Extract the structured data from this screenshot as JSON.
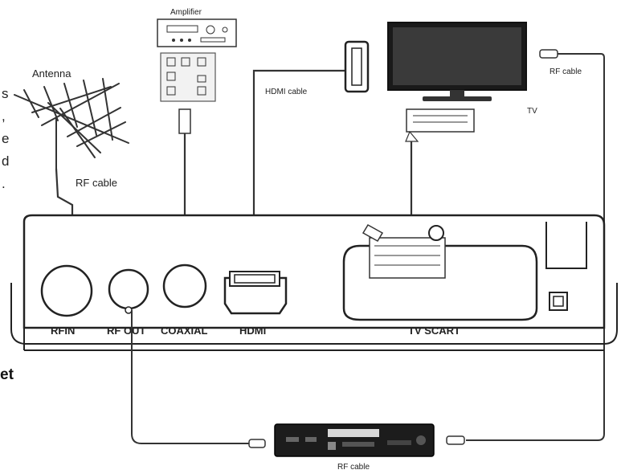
{
  "labels": {
    "amplifier": "Amplifier",
    "antenna": "Antenna",
    "rf_cable_antenna": "RF cable",
    "hdmi_cable": "HDMI cable",
    "tv": "TV",
    "rf_cable_top_right": "RF cable",
    "rf_cable_bottom": "RF cable"
  },
  "ports": {
    "rf_in": "RFIN",
    "rf_out": "RF OUT",
    "coaxial": "COAXIAL",
    "hdmi": "HDMI",
    "tv_scart": "TV SCART"
  },
  "left_fragments": [
    "s",
    ",",
    "e",
    "d",
    "."
  ],
  "left_bold_fragment": "et"
}
